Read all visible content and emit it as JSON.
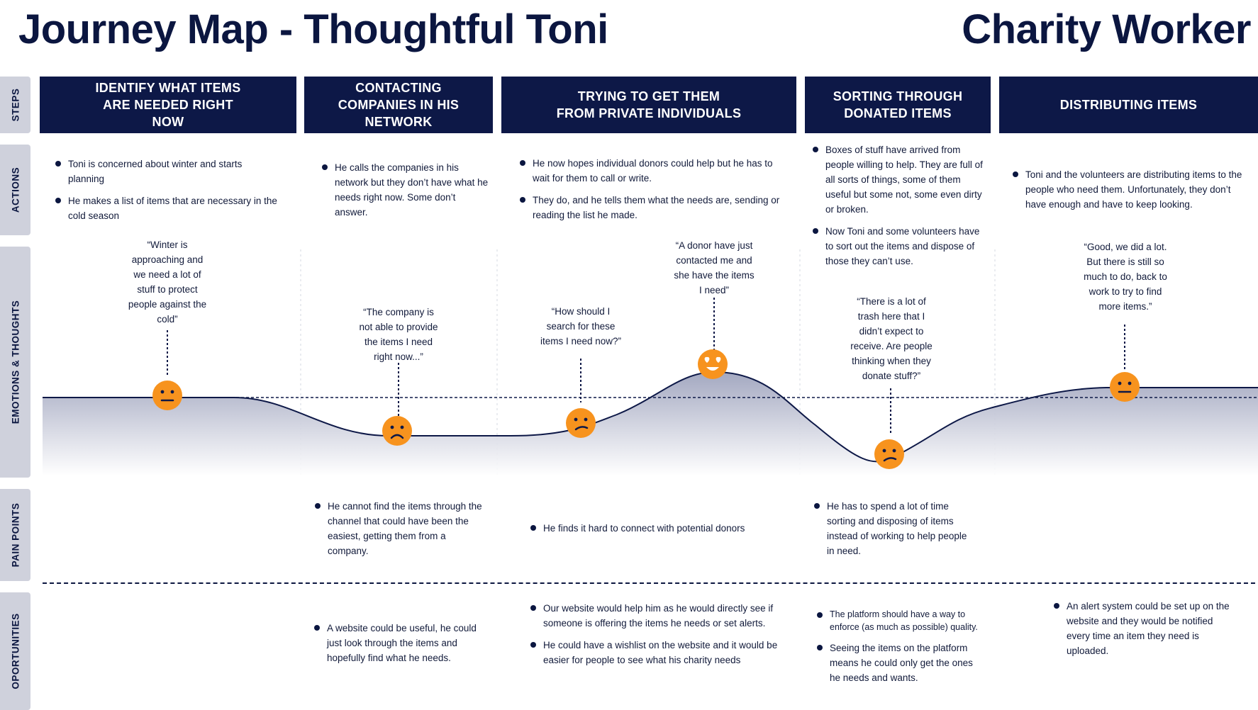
{
  "title": "Journey Map - Thoughtful Toni",
  "role": "Charity Worker",
  "row_labels": {
    "steps": "STEPS",
    "actions": "ACTIONS",
    "emotions": "EMOTIONS & THOUGHTS",
    "pain_points": "PAIN POINTS",
    "opportunities": "OPORTUNITIES"
  },
  "steps": [
    "IDENTIFY WHAT ITEMS\nARE NEEDED RIGHT\nNOW",
    "CONTACTING\nCOMPANIES IN HIS\nNETWORK",
    "TRYING TO GET THEM\nFROM PRIVATE INDIVIDUALS",
    "SORTING THROUGH\nDONATED ITEMS",
    "DISTRIBUTING ITEMS"
  ],
  "actions": [
    [
      "Toni is concerned about winter and starts planning",
      "He makes a list of items that are necessary in the cold season"
    ],
    [
      "He calls the companies in his network but they don’t have what he needs right now. Some don’t answer."
    ],
    [
      "He now hopes individual donors could help but he has to wait for them to call or write.",
      "They do, and he tells them what the needs are, sending or reading the list he made."
    ],
    [
      "Boxes of stuff have arrived from people willing to help. They are full of all sorts of things, some of them useful but some not, some even dirty or broken.",
      "Now Toni and some volunteers have to sort out the items and dispose of those they can’t use."
    ],
    [
      "Toni and the volunteers are distributing items to the people who need them. Unfortunately, they don’t have enough and have to keep looking."
    ]
  ],
  "thoughts": [
    "“Winter is\napproaching and\nwe need a lot of\nstuff to protect\npeople against the\ncold”",
    "“The company is\nnot able to provide\nthe items I need\nright now...”",
    "“How should I\nsearch for these\nitems I need now?”",
    "“A donor have just\ncontacted me and\nshe have the items\nI need”",
    "“There is a lot of\ntrash here that I\ndidn’t expect to\nreceive. Are people\nthinking when they\ndonate stuff?”",
    "“Good, we did a lot.\nBut there is still so\nmuch to do, back to\nwork to try to find\nmore items.”"
  ],
  "emotions": [
    {
      "mood": "neutral",
      "icon": "neutral-face-icon",
      "level": 0
    },
    {
      "mood": "sad",
      "icon": "sad-face-icon",
      "level": -1
    },
    {
      "mood": "confused",
      "icon": "confused-face-icon",
      "level": -0.7
    },
    {
      "mood": "in love",
      "icon": "heart-eyes-face-icon",
      "level": 0.9
    },
    {
      "mood": "confused",
      "icon": "confused-face-icon",
      "level": -1.8
    },
    {
      "mood": "neutral",
      "icon": "neutral-face-icon",
      "level": 0.3
    }
  ],
  "pain_points": [
    [],
    [
      "He cannot find the items through the channel that could have been the easiest, getting them from a company."
    ],
    [
      "He finds it hard to connect with potential donors"
    ],
    [
      "He has to spend a lot of time sorting and disposing of items instead of working to help people in need."
    ],
    []
  ],
  "opportunities": [
    [],
    [
      "A website could be useful, he could just look through the items and hopefully find what he needs."
    ],
    [
      "Our website would help him as he would directly see if someone is offering the items he needs or set alerts.",
      "He could have a wishlist on the website and it would be easier for people to see what his charity needs"
    ],
    [
      "The platform should have a way to enforce (as much as possible) quality.",
      "Seeing the items on the platform means he could only get the ones he needs and wants."
    ],
    [
      "An alert system could be set up on the website and they would be notified every time an item they need is uploaded."
    ]
  ],
  "colors": {
    "navy": "#0d1847",
    "face": "#f7931e",
    "tab": "#cfd1dc",
    "curve_fill": "#9ea3bd"
  }
}
